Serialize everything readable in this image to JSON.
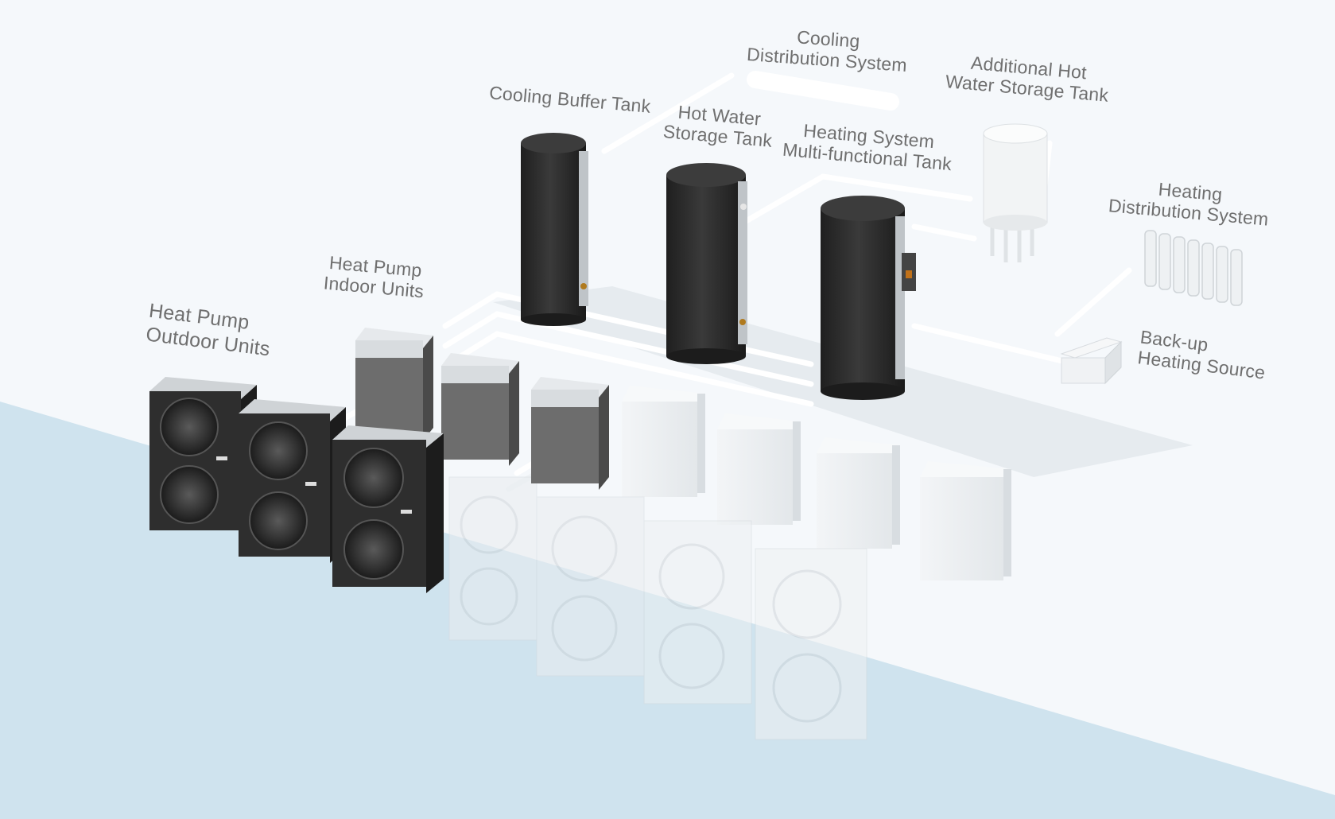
{
  "labels": {
    "cooling_distribution": [
      "Cooling",
      "Distribution System"
    ],
    "cooling_buffer_tank": [
      "Cooling Buffer Tank"
    ],
    "hot_water_storage_tank": [
      "Hot Water",
      "Storage Tank"
    ],
    "heating_multifunctional_tank": [
      "Heating System",
      "Multi-functional Tank"
    ],
    "additional_hot_water_tank": [
      "Additional Hot",
      "Water Storage Tank"
    ],
    "heating_distribution": [
      "Heating",
      "Distribution System"
    ],
    "indoor_units": [
      "Heat Pump",
      "Indoor Units"
    ],
    "outdoor_units": [
      "Heat Pump",
      "Outdoor Units"
    ],
    "backup_heating": [
      "Back-up",
      "Heating Source"
    ]
  },
  "colors": {
    "background": "#f5f8fb",
    "floor_water": "#cfe3ee",
    "tank_body": "#2b2b2b",
    "unit_dark": "#2d2d2d",
    "unit_grey": "#6e6e6e",
    "ghost_unit": "#eceff2",
    "pipe": "#ffffff",
    "label_text": "#6f6f6f"
  }
}
